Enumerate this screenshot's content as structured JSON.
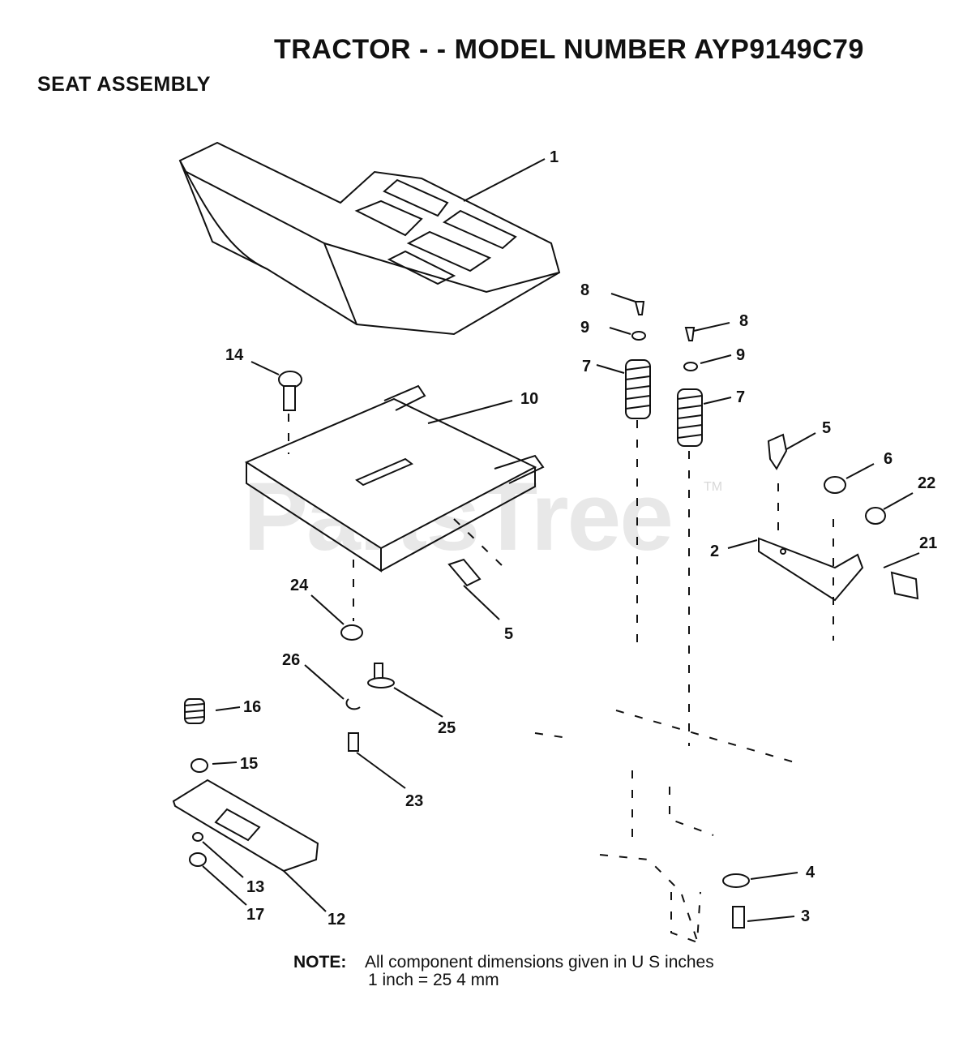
{
  "header": {
    "title": "TRACTOR - - MODEL NUMBER AYP9149C79",
    "subtitle": "SEAT ASSEMBLY"
  },
  "watermark": {
    "text": "PartsTree",
    "tm": "TM"
  },
  "callouts": {
    "c1": "1",
    "c2": "2",
    "c3": "3",
    "c4": "4",
    "c5a": "5",
    "c5b": "5",
    "c6": "6",
    "c7a": "7",
    "c7b": "7",
    "c8a": "8",
    "c8b": "8",
    "c9a": "9",
    "c9b": "9",
    "c10": "10",
    "c12": "12",
    "c13": "13",
    "c14": "14",
    "c15": "15",
    "c16": "16",
    "c17": "17",
    "c21": "21",
    "c22": "22",
    "c23": "23",
    "c24": "24",
    "c25": "25",
    "c26": "26"
  },
  "note": {
    "label": "NOTE:",
    "line1": "All component dimensions given in U S  inches",
    "line2": "1 inch = 25 4 mm"
  }
}
